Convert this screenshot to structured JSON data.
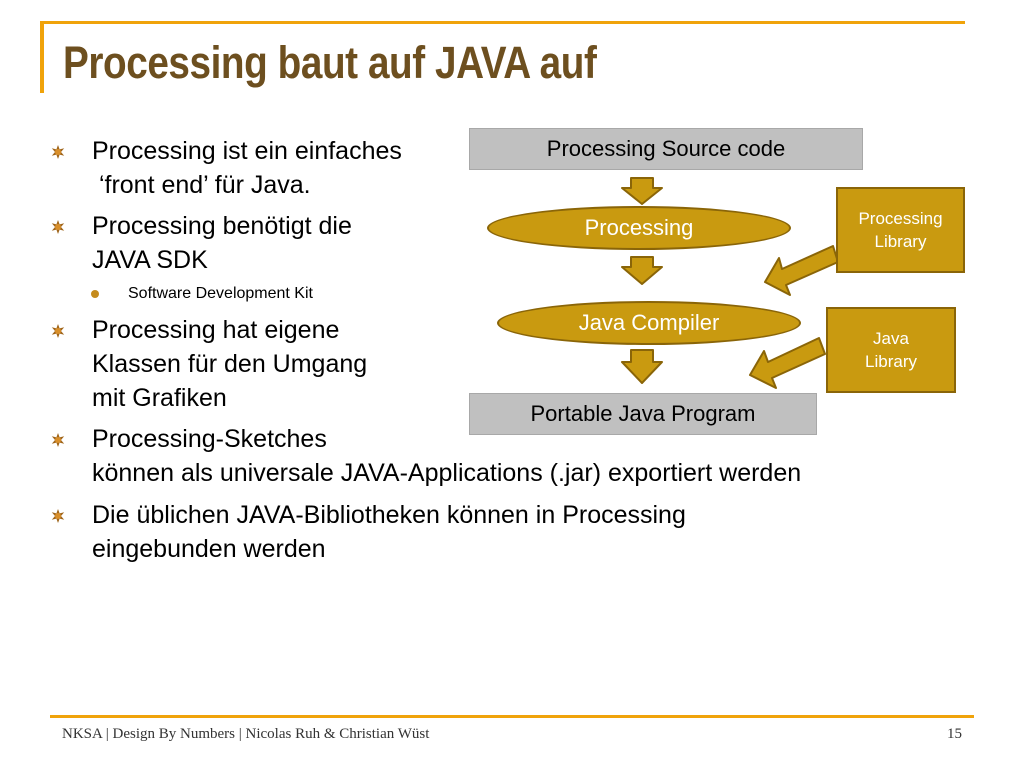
{
  "slide": {
    "title": "Processing baut auf JAVA auf",
    "bullets": [
      {
        "lines": [
          "Processing ist ein einfaches",
          " ‘front end’ für Java."
        ]
      },
      {
        "lines": [
          "Processing benötigt die",
          "JAVA SDK"
        ]
      },
      {
        "lines": [
          "Processing hat eigene",
          "Klassen für den Umgang",
          "mit Grafiken"
        ]
      },
      {
        "lines": [
          "Processing-Sketches",
          "können als universale JAVA-Applications (.jar) exportiert werden"
        ]
      },
      {
        "lines": [
          "Die üblichen JAVA-Bibliotheken können in Processing",
          "eingebunden werden"
        ]
      }
    ],
    "sub_bullet": "Software Development Kit"
  },
  "diagram": {
    "source": "Processing Source code",
    "processing": "Processing",
    "compiler": "Java Compiler",
    "output": "Portable Java Program",
    "processing_library": [
      "Processing",
      "Library"
    ],
    "java_library": [
      "Java",
      "Library"
    ]
  },
  "footer": {
    "text": "NKSA | Design By Numbers | Nicolas Ruh & Christian Wüst",
    "page": "15"
  },
  "colors": {
    "accent": "#f0a30a",
    "title": "#6d4f1f",
    "diagram_fill": "#c99a10",
    "box_gray": "#c0c0c0"
  }
}
